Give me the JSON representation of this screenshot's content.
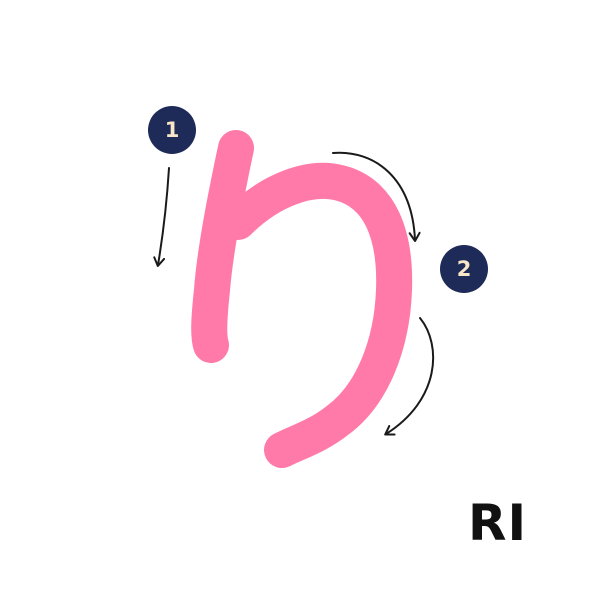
{
  "romaji": "RI",
  "strokes": [
    {
      "number": "1"
    },
    {
      "number": "2"
    }
  ],
  "colors": {
    "character_stroke": "#ff7aa8",
    "badge_background": "#1e2a57",
    "badge_text": "#f7e6c8",
    "arrow": "#1a1a1a",
    "romaji_text": "#111111",
    "background": "#ffffff"
  }
}
